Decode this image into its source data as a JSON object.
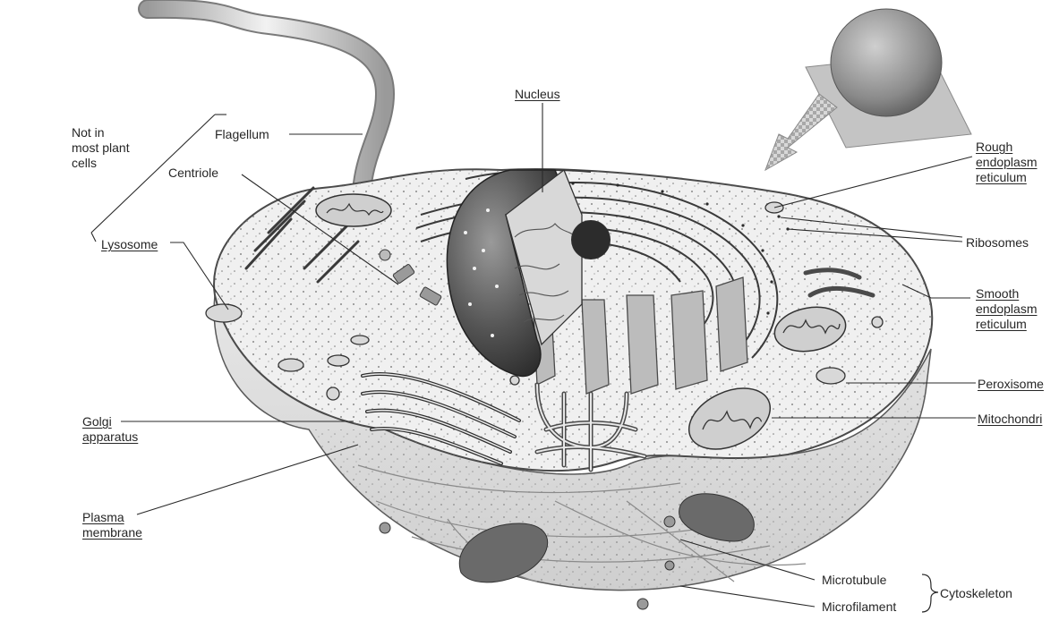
{
  "labels": {
    "nucleus": "Nucleus",
    "flagellum": "Flagellum",
    "not_in_plant": [
      "Not in",
      "most plant",
      "cells"
    ],
    "centriole": "Centriole",
    "lysosome": "Lysosome",
    "rough_er": [
      "Rough",
      "endoplasm",
      "reticulum"
    ],
    "ribosomes": "Ribosomes",
    "smooth_er": [
      "Smooth",
      "endoplasm",
      "reticulum"
    ],
    "peroxisome": "Peroxisome",
    "mitochondrion": "Mitochondri",
    "golgi": [
      "Golgi",
      "apparatus"
    ],
    "plasma_membrane": [
      "Plasma",
      "membrane"
    ],
    "microtubule": "Microtubule",
    "microfilament": "Microfilament",
    "cytoskeleton": "Cytoskeleton"
  }
}
